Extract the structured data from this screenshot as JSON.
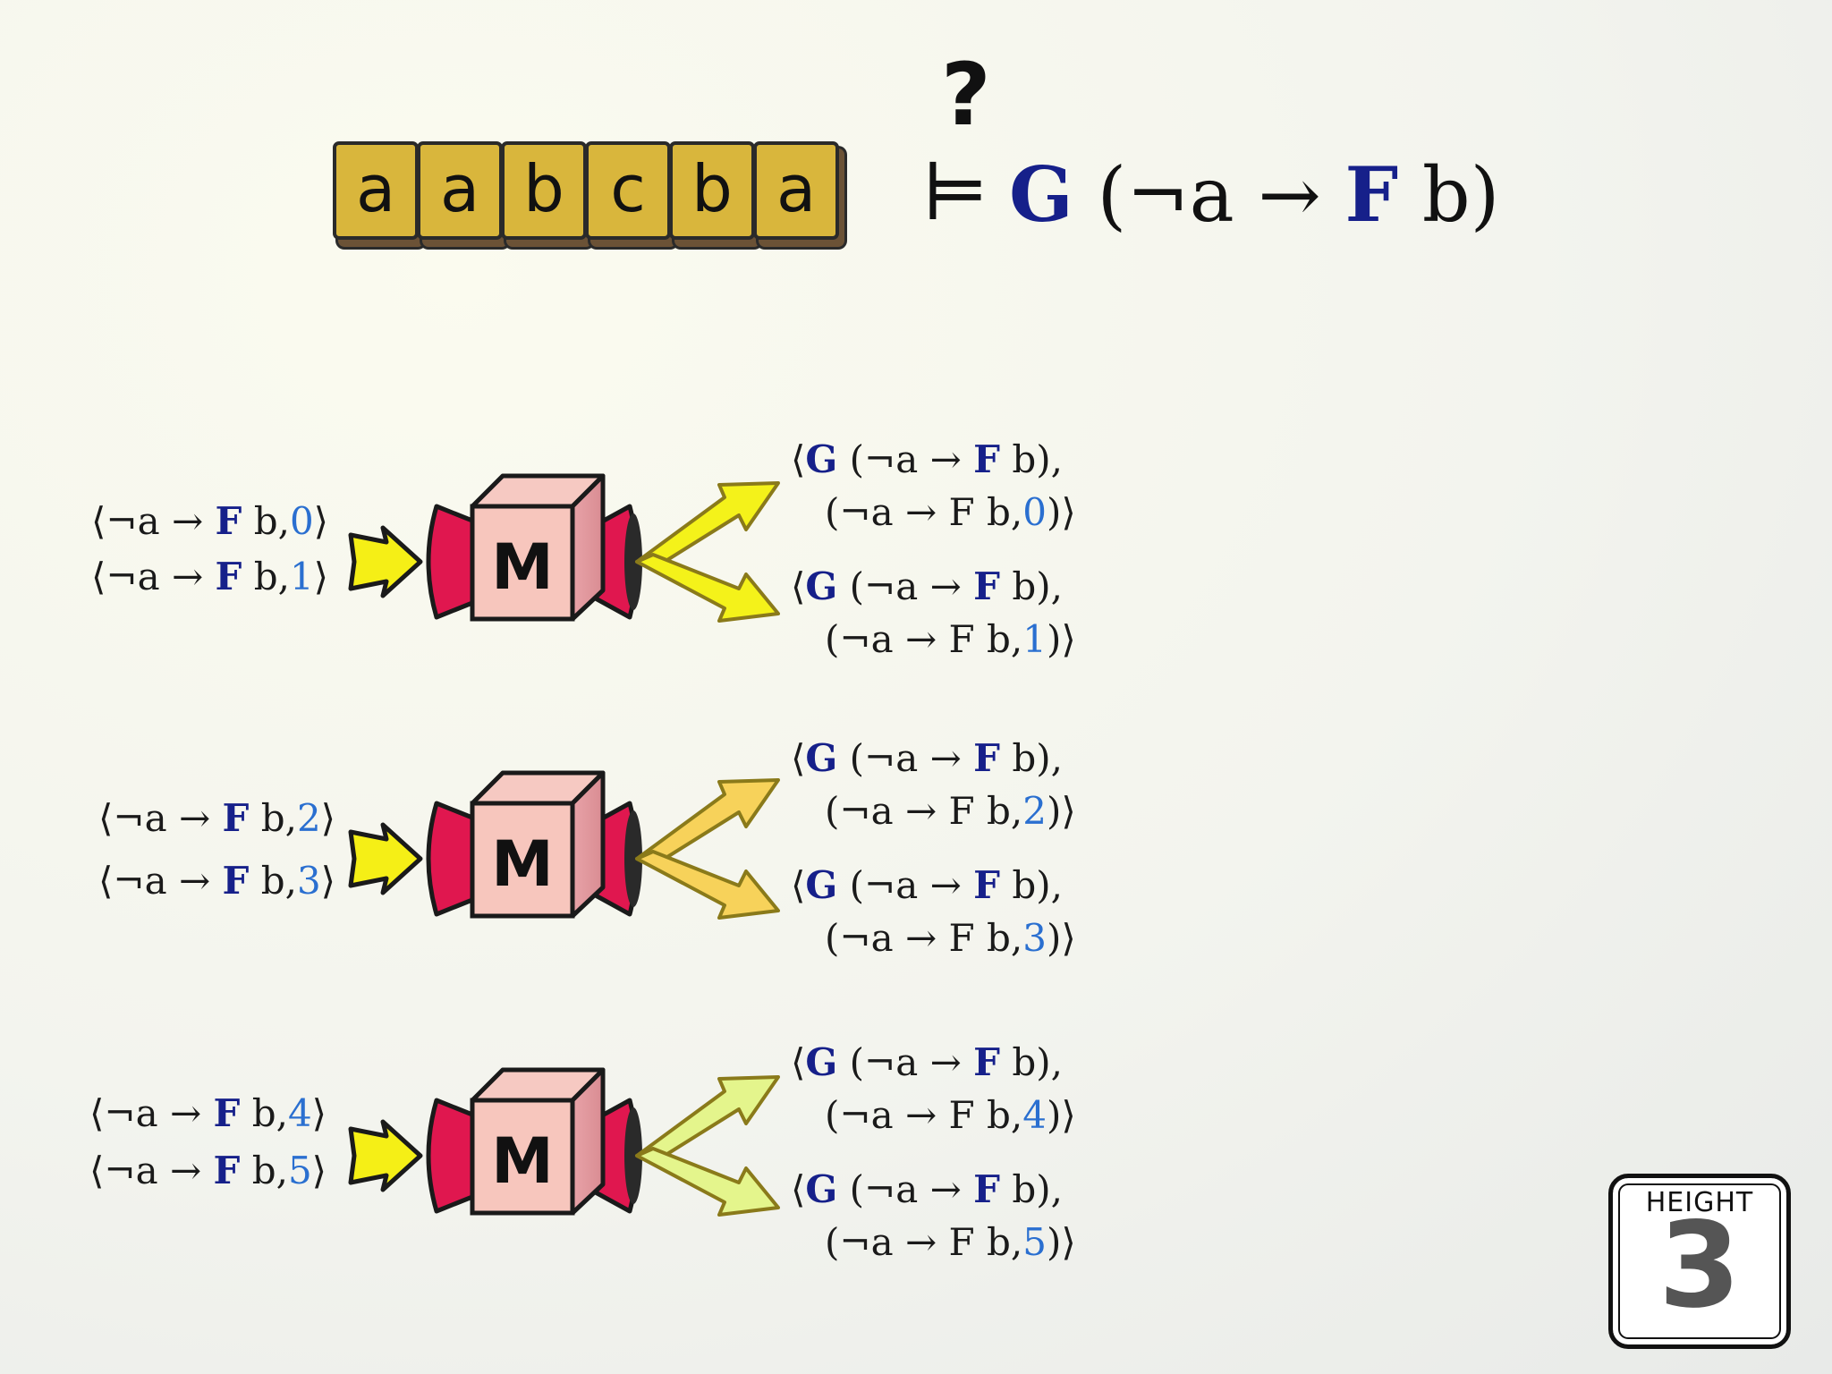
{
  "tape": [
    "a",
    "a",
    "b",
    "c",
    "b",
    "a"
  ],
  "models_symbol": "⊨",
  "question_mark": "?",
  "formula": {
    "g": "G",
    "open": " (¬a → ",
    "f": "F",
    "close": " b)"
  },
  "machine_label": "M",
  "input_text": {
    "prefix": "⟨¬a → ",
    "f": "F",
    "b": " b,",
    "suffix": "⟩"
  },
  "output_text": {
    "open": "⟨",
    "g": "G",
    "mid": " (¬a → ",
    "f": "F",
    "end": " b),",
    "line2_prefix": "(¬a → F b,",
    "line2_suffix": ")⟩"
  },
  "groups": [
    {
      "inputs": [
        "0",
        "1"
      ],
      "outputs": [
        "0",
        "1"
      ],
      "ray_color": "#f4f21a"
    },
    {
      "inputs": [
        "2",
        "3"
      ],
      "outputs": [
        "2",
        "3"
      ],
      "ray_color": "#f7d25a"
    },
    {
      "inputs": [
        "4",
        "5"
      ],
      "outputs": [
        "4",
        "5"
      ],
      "ray_color": "#e4f58c"
    }
  ],
  "height_badge": {
    "label": "HEIGHT",
    "value": "3"
  }
}
